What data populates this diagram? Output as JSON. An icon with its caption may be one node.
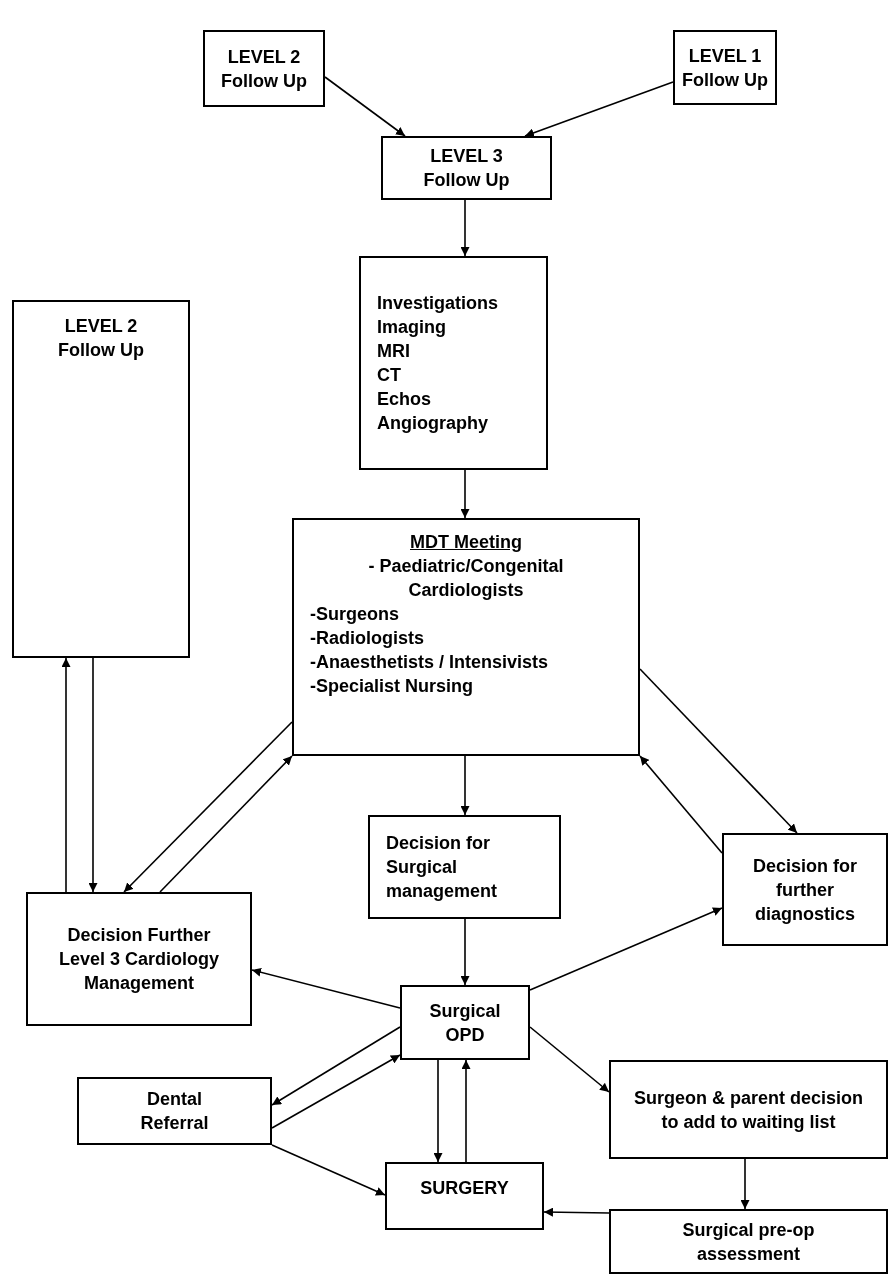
{
  "diagram": {
    "nodes": [
      {
        "text": [
          "LEVEL 2 Follow Up"
        ]
      },
      {
        "text": [
          "LEVEL 1 Follow Up"
        ]
      },
      {
        "text": [
          "LEVEL 3 Follow Up"
        ]
      },
      {
        "text": [
          "Investigations",
          "Imaging",
          "MRI",
          "CT",
          "Echos",
          "Angiography"
        ]
      },
      {
        "text": [
          "MDT Meeting",
          "- Paediatric/Congenital Cardiologists",
          "-Surgeons",
          "-Radiologists",
          "-Anaesthetists / Intensivists",
          "-Specialist Nursing"
        ]
      },
      {
        "text": [
          "LEVEL 2 Follow Up"
        ]
      },
      {
        "text": [
          "Decision for Surgical management"
        ]
      },
      {
        "text": [
          "Decision for further diagnostics"
        ]
      },
      {
        "text": [
          "Decision Further Level 3 Cardiology Management"
        ]
      },
      {
        "text": [
          "Surgical OPD"
        ]
      },
      {
        "text": [
          "Dental Referral"
        ]
      },
      {
        "text": [
          "Surgeon & parent decision to add to waiting list"
        ]
      },
      {
        "text": [
          "SURGERY"
        ]
      },
      {
        "text": [
          "Surgical pre-op assessment"
        ]
      }
    ],
    "edges": [
      {
        "from": 0,
        "to": 2,
        "arrow": "to"
      },
      {
        "from": 1,
        "to": 2,
        "arrow": "to"
      },
      {
        "from": 2,
        "to": 3,
        "arrow": "to"
      },
      {
        "from": 3,
        "to": 4,
        "arrow": "to"
      },
      {
        "from": 5,
        "to": 8,
        "arrow": "to"
      },
      {
        "from": 8,
        "to": 5,
        "arrow": "to"
      },
      {
        "from": 4,
        "to": 8,
        "arrow": "to"
      },
      {
        "from": 8,
        "to": 4,
        "arrow": "to"
      },
      {
        "from": 4,
        "to": 6,
        "arrow": "to"
      },
      {
        "from": 4,
        "to": 7,
        "arrow": "to"
      },
      {
        "from": 7,
        "to": 4,
        "arrow": "to"
      },
      {
        "from": 6,
        "to": 9,
        "arrow": "to"
      },
      {
        "from": 9,
        "to": 8,
        "arrow": "to"
      },
      {
        "from": 9,
        "to": 7,
        "arrow": "to"
      },
      {
        "from": 9,
        "to": 10,
        "arrow": "to"
      },
      {
        "from": 10,
        "to": 9,
        "arrow": "to"
      },
      {
        "from": 9,
        "to": 12,
        "arrow": "to"
      },
      {
        "from": 12,
        "to": 9,
        "arrow": "to"
      },
      {
        "from": 9,
        "to": 11,
        "arrow": "to"
      },
      {
        "from": 10,
        "to": 12,
        "arrow": "to"
      },
      {
        "from": 11,
        "to": 13,
        "arrow": "to"
      },
      {
        "from": 13,
        "to": 12,
        "arrow": "to"
      }
    ]
  }
}
